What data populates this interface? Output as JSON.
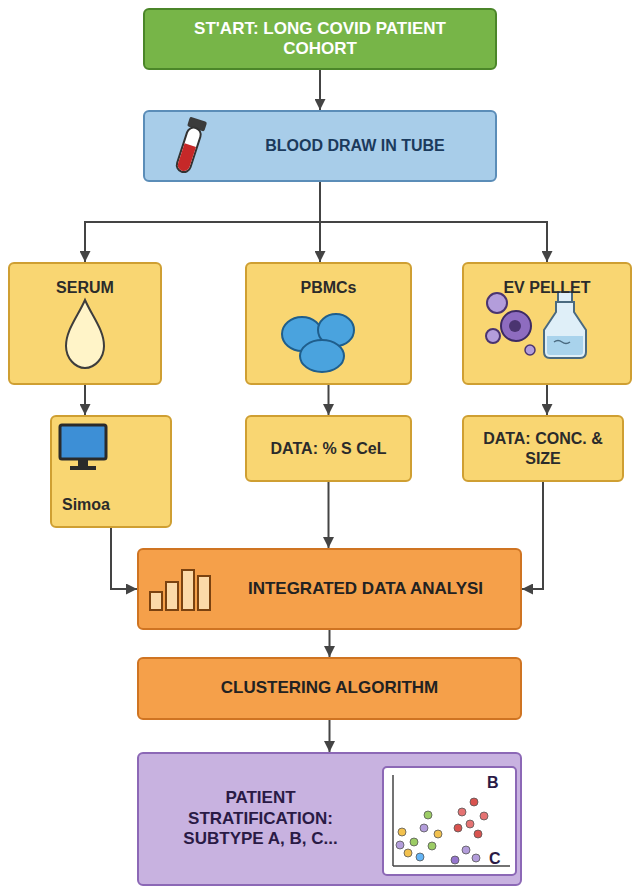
{
  "diagram": {
    "nodes": [
      {
        "text": [
          "ST'ART: LONG COVID PATIENT COHORT"
        ]
      },
      {
        "text": [
          "BLOOD DRAW IN TUBE"
        ]
      },
      {
        "text": [
          "SERUM"
        ]
      },
      {
        "text": [
          "PBMCs"
        ]
      },
      {
        "text": [
          "EV PELLET"
        ]
      },
      {
        "text": [
          "Simoa"
        ]
      },
      {
        "text": [
          "DATA: % S CeL"
        ]
      },
      {
        "text": [
          "DATA: CONC. & SIZE"
        ]
      },
      {
        "text": [
          "INTEGRATED DATA ANALYSI"
        ]
      },
      {
        "text": [
          "CLUSTERING ALGORITHM"
        ]
      },
      {
        "text": [
          "PATIENT STRATIFICATION: SUBTYPE A, B, C..."
        ]
      }
    ],
    "edges": [
      {
        "from": 0,
        "to": 1,
        "arrow": "to"
      },
      {
        "from": 1,
        "to": 2,
        "arrow": "to"
      },
      {
        "from": 1,
        "to": 3,
        "arrow": "to"
      },
      {
        "from": 1,
        "to": 4,
        "arrow": "to"
      },
      {
        "from": 2,
        "to": 5,
        "arrow": "to"
      },
      {
        "from": 3,
        "to": 6,
        "arrow": "to"
      },
      {
        "from": 4,
        "to": 7,
        "arrow": "to"
      },
      {
        "from": 5,
        "to": 8,
        "arrow": "to"
      },
      {
        "from": 6,
        "to": 8,
        "arrow": "to"
      },
      {
        "from": 7,
        "to": 8,
        "arrow": "to"
      },
      {
        "from": 8,
        "to": 9,
        "arrow": "to"
      },
      {
        "from": 9,
        "to": 10,
        "arrow": "to"
      }
    ],
    "labels": [
      "B",
      "C"
    ]
  }
}
